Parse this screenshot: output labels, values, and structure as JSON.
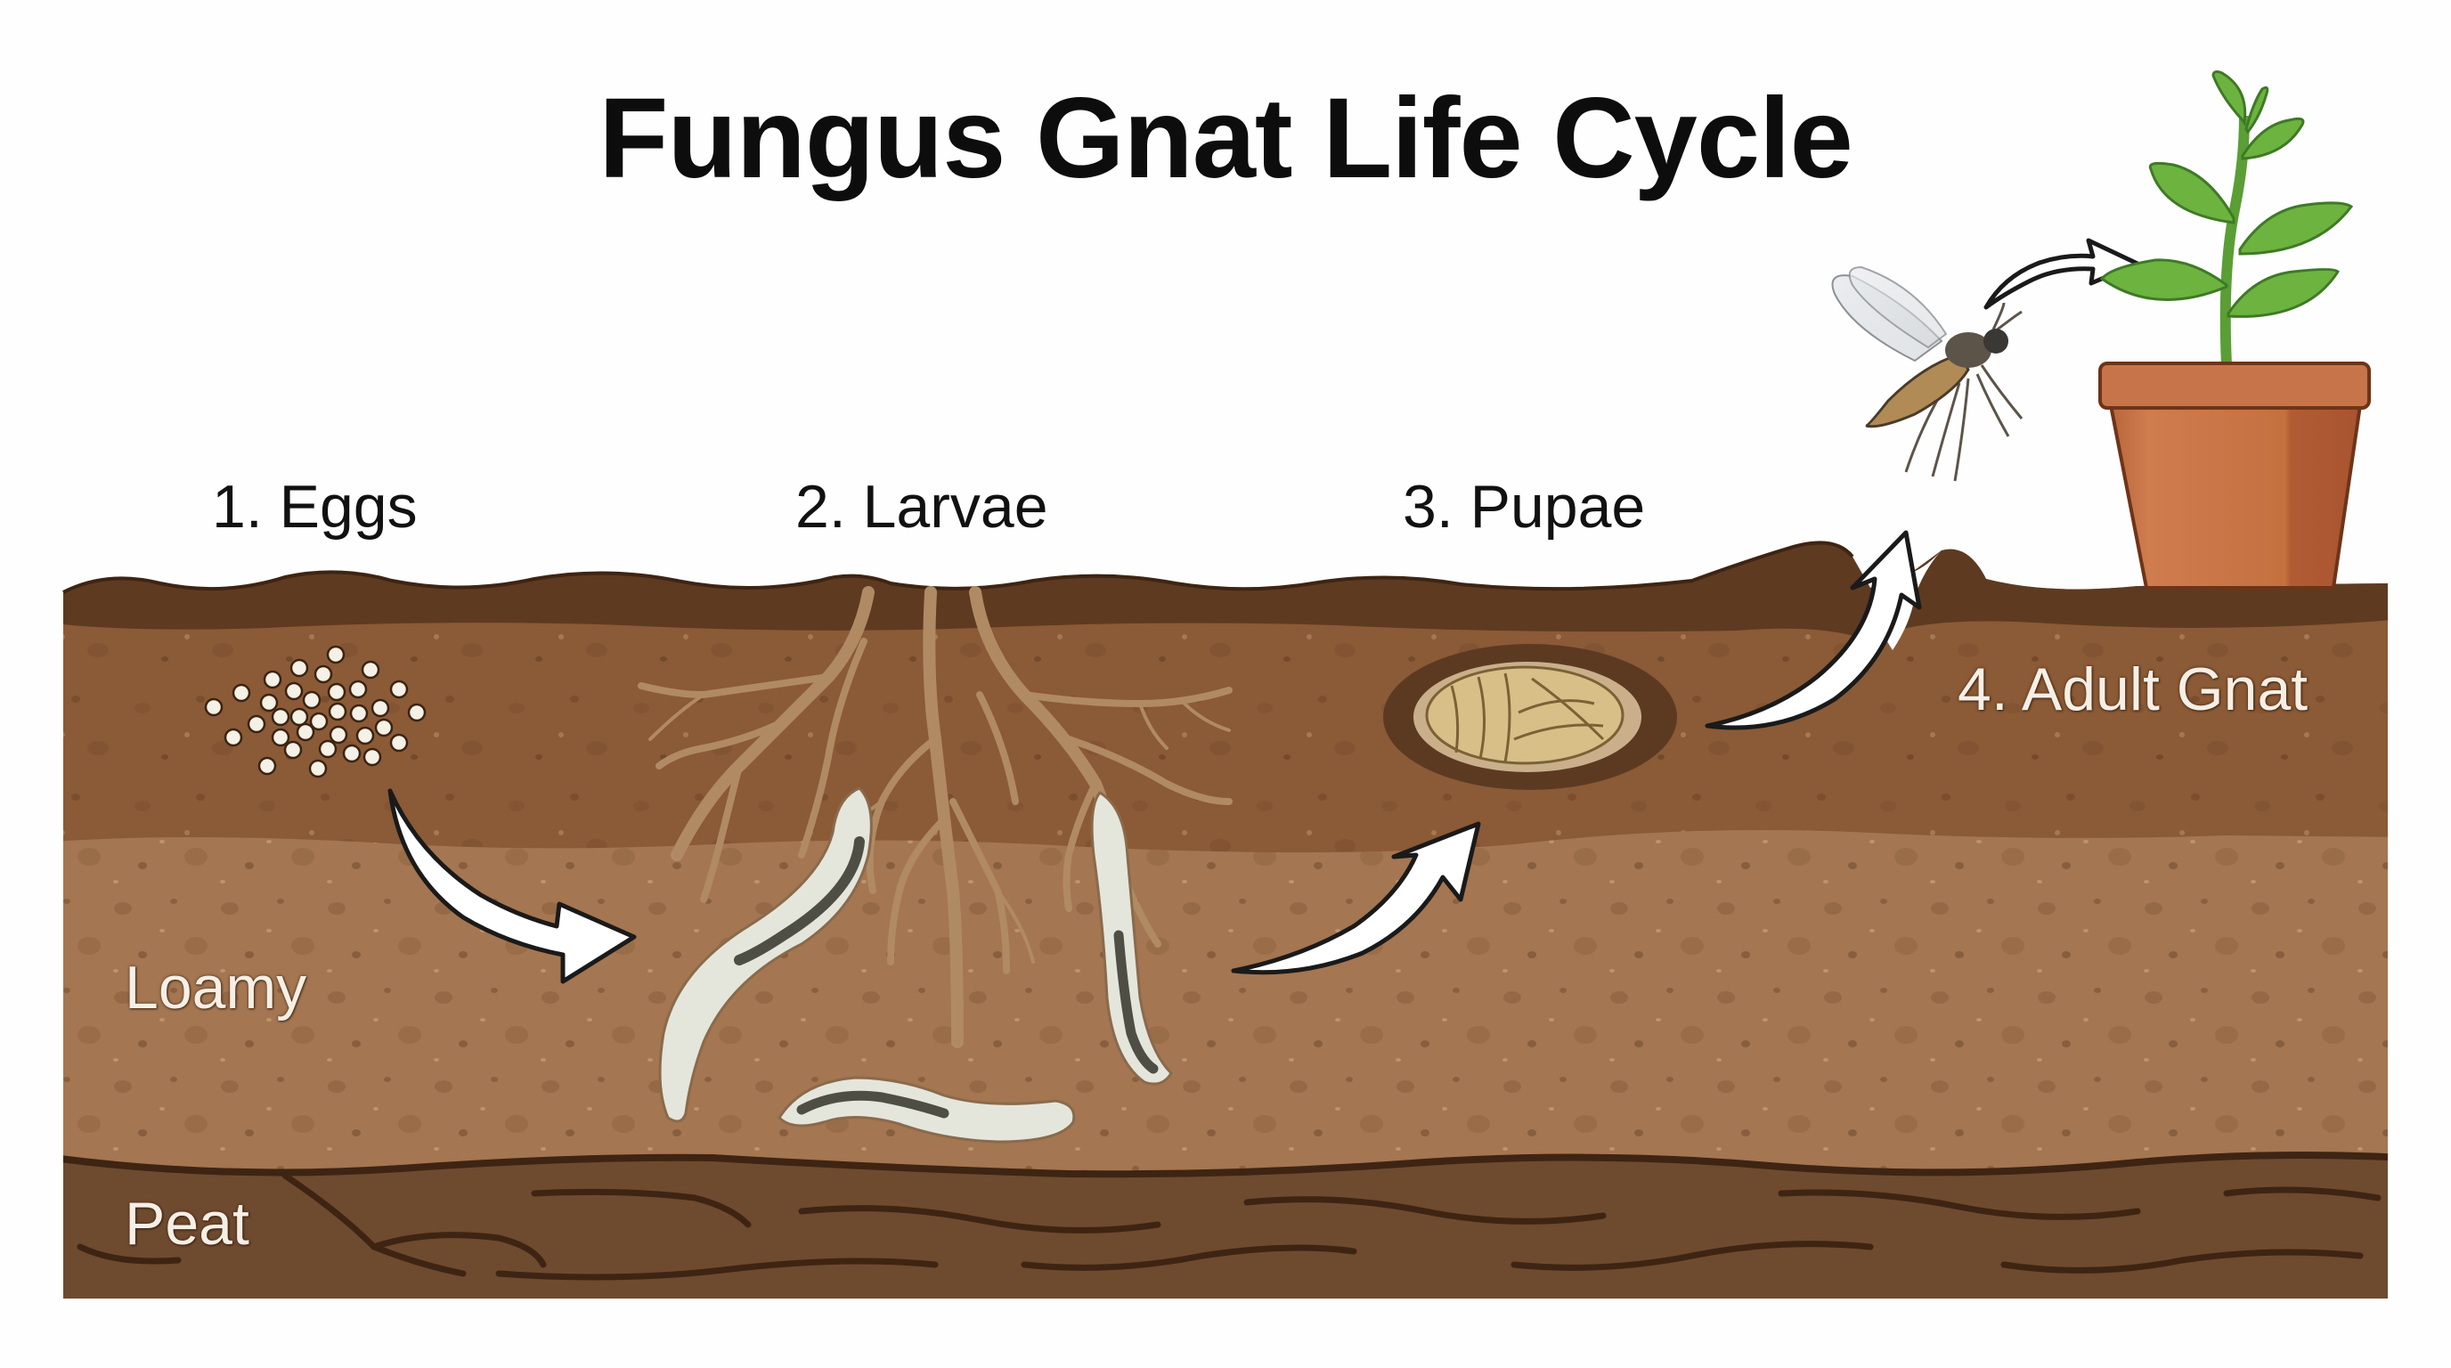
{
  "title": "Fungus Gnat Life Cycle",
  "stages": [
    {
      "label": "1. Eggs"
    },
    {
      "label": "2. Larvae"
    },
    {
      "label": "3. Pupae"
    },
    {
      "label": "4. Adult Gnat"
    }
  ],
  "soil_layers": [
    {
      "label": "Loamy"
    },
    {
      "label": "Peat"
    }
  ],
  "colors": {
    "topsoil": "#5e3a21",
    "upper_soil": "#8b5a36",
    "loamy": "#a47651",
    "peat": "#6e4a2f",
    "pot": "#c46e42",
    "leaf": "#6db33f",
    "larva": "#e4e6dc",
    "pupa": "#d8bf88",
    "arrow_fill": "#ffffff",
    "arrow_stroke": "#1a1a1a"
  }
}
